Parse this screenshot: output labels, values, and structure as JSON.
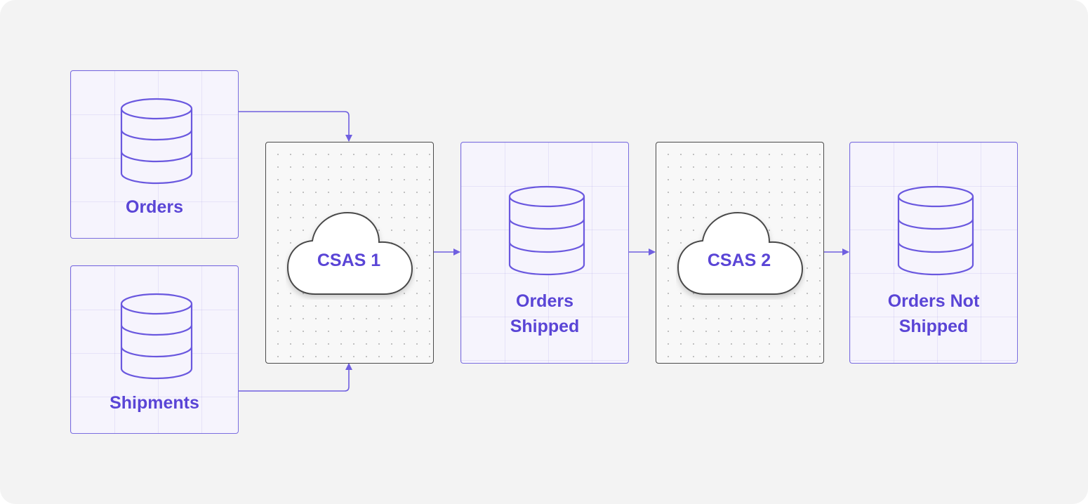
{
  "nodes": {
    "orders": {
      "label": "Orders"
    },
    "shipments": {
      "label": "Shipments"
    },
    "csas1": {
      "label": "CSAS 1"
    },
    "orders_shipped": {
      "label_line1": "Orders",
      "label_line2": "Shipped"
    },
    "csas2": {
      "label": "CSAS 2"
    },
    "orders_not_shipped": {
      "label_line1": "Orders Not",
      "label_line2": "Shipped"
    }
  },
  "icons": {
    "topic": "database-icon",
    "process": "cloud-icon"
  },
  "colors": {
    "accent": "#5a45d6",
    "arrow": "#6f5fe0",
    "topic_border": "#7a6de0",
    "topic_fill": "#f6f4fd",
    "process_border": "#4a4a4a",
    "background": "#f3f3f3"
  }
}
